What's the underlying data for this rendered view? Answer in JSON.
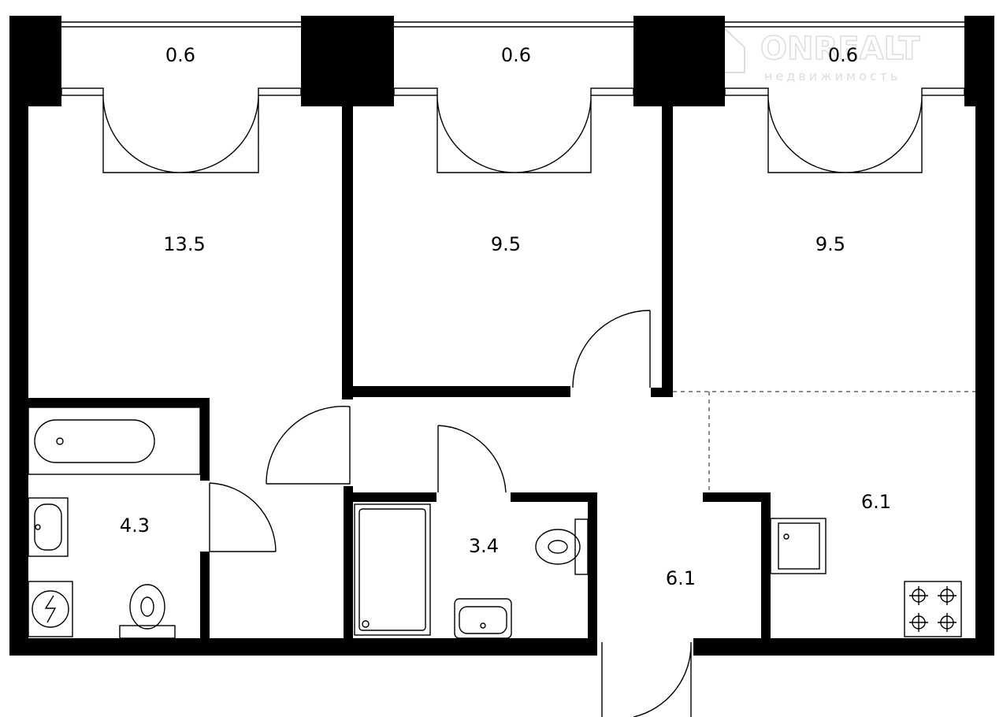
{
  "watermark": {
    "brand": "ONREALT",
    "subtitle": "недвижимость"
  },
  "rooms": {
    "balcony_1": {
      "area": "0.6"
    },
    "balcony_2": {
      "area": "0.6"
    },
    "balcony_3": {
      "area": "0.6"
    },
    "bedroom_left": {
      "area": "13.5"
    },
    "bedroom_middle": {
      "area": "9.5"
    },
    "bedroom_right": {
      "area": "9.5"
    },
    "bathroom_left": {
      "area": "4.3"
    },
    "bathroom_middle": {
      "area": "3.4"
    },
    "hallway": {
      "area": "6.1"
    },
    "kitchen": {
      "area": "6.1"
    }
  },
  "colors": {
    "wall": "#000000",
    "background": "#ffffff",
    "watermark": "#dddddd"
  }
}
